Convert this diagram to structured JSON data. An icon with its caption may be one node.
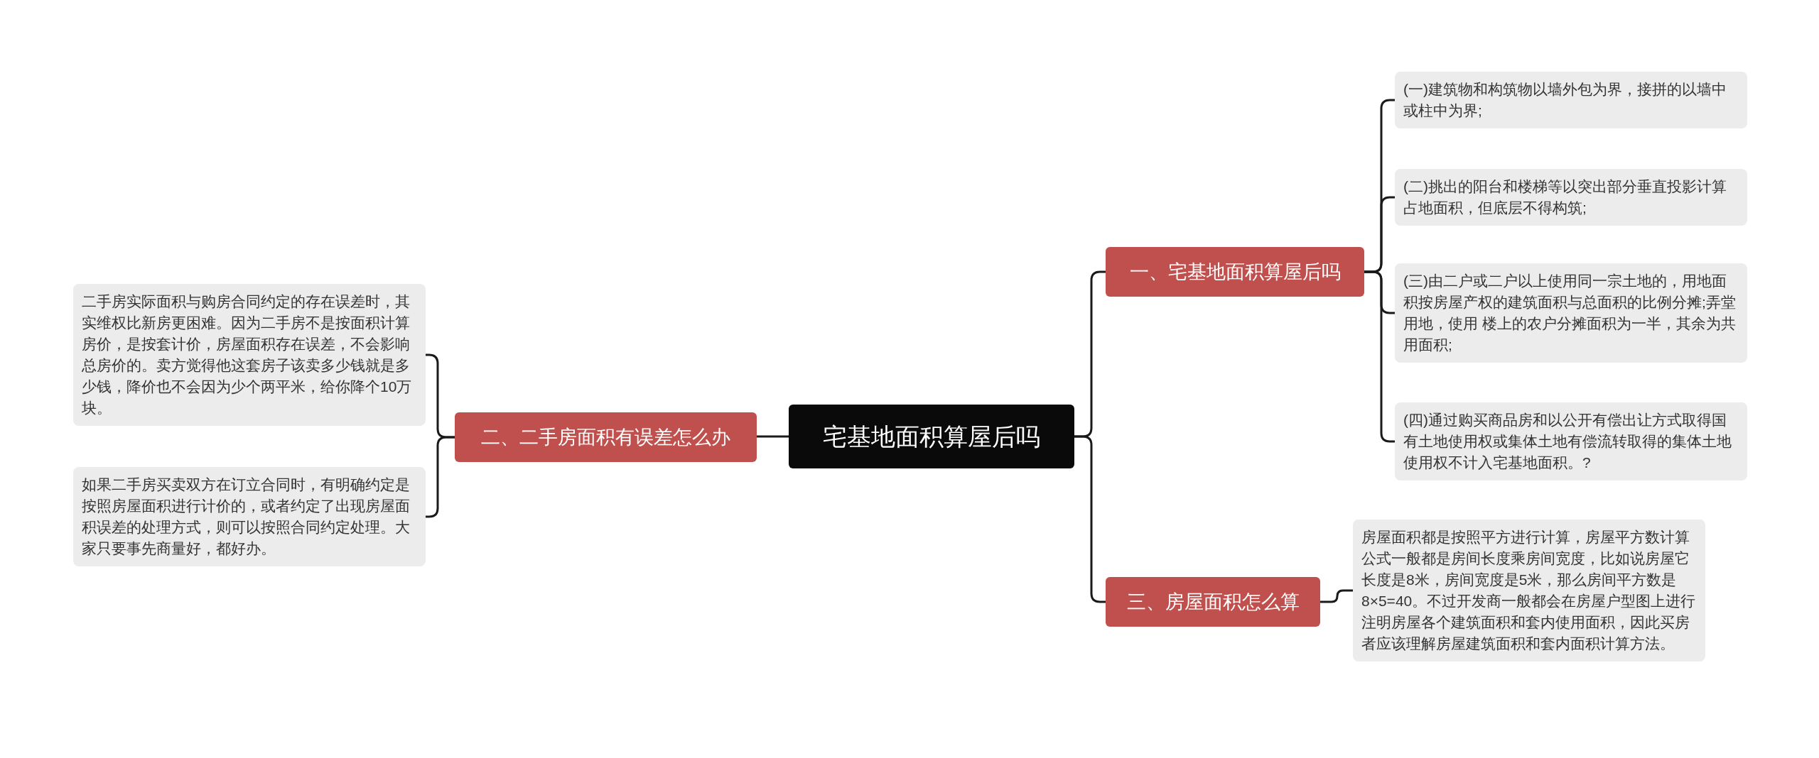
{
  "diagram": {
    "nodes": [
      {
        "text": [
          "宅基地面积算屋后吗"
        ]
      },
      {
        "text": [
          "一、宅基地面积算屋后吗"
        ]
      },
      {
        "text": [
          "(一)建筑物和构筑物以墙外包为界，接拼的以墙中或柱中为界;"
        ]
      },
      {
        "text": [
          "(二)挑出的阳台和楼梯等以突出部分垂直投影计算占地面积，但底层不得构筑;"
        ]
      },
      {
        "text": [
          "(三)由二户或二户以上使用同一宗土地的，用地面积按房屋产权的建筑面积与总面积的比例分摊;弄堂用地，使用 楼上的农户分摊面积为一半，其余为共用面积;"
        ]
      },
      {
        "text": [
          "(四)通过购买商品房和以公开有偿出让方式取得国有土地使用权或集体土地有偿流转取得的集体土地使用权不计入宅基地面积。?"
        ]
      },
      {
        "text": [
          "三、房屋面积怎么算"
        ]
      },
      {
        "text": [
          "房屋面积都是按照平方进行计算，房屋平方数计算公式一般都是房间长度乘房间宽度，比如说房屋它长度是8米，房间宽度是5米，那么房间平方数是8×5=40。不过开发商一般都会在房屋户型图上进行注明房屋各个建筑面积和套内使用面积，因此买房者应该理解房屋建筑面积和套内面积计算方法。"
        ]
      },
      {
        "text": [
          "二、二手房面积有误差怎么办"
        ]
      },
      {
        "text": [
          "二手房实际面积与购房合同约定的存在误差时，其实维权比新房更困难。因为二手房不是按面积计算房价，是按套计价，房屋面积存在误差，不会影响总房价的。卖方觉得他这套房子该卖多少钱就是多少钱，降价也不会因为少个两平米，给你降个10万块。"
        ]
      },
      {
        "text": [
          "如果二手房买卖双方在订立合同时，有明确约定是按照房屋面积进行计价的，或者约定了出现房屋面积误差的处理方式，则可以按照合同约定处理。大家只要事先商量好，都好办。"
        ]
      }
    ],
    "edges": [
      {
        "from": 0,
        "to": 1,
        "arrow": "none"
      },
      {
        "from": 1,
        "to": 2,
        "arrow": "none"
      },
      {
        "from": 1,
        "to": 3,
        "arrow": "none"
      },
      {
        "from": 1,
        "to": 4,
        "arrow": "none"
      },
      {
        "from": 1,
        "to": 5,
        "arrow": "none"
      },
      {
        "from": 0,
        "to": 6,
        "arrow": "none"
      },
      {
        "from": 6,
        "to": 7,
        "arrow": "none"
      },
      {
        "from": 0,
        "to": 8,
        "arrow": "none"
      },
      {
        "from": 8,
        "to": 9,
        "arrow": "none"
      },
      {
        "from": 8,
        "to": 10,
        "arrow": "none"
      }
    ]
  }
}
